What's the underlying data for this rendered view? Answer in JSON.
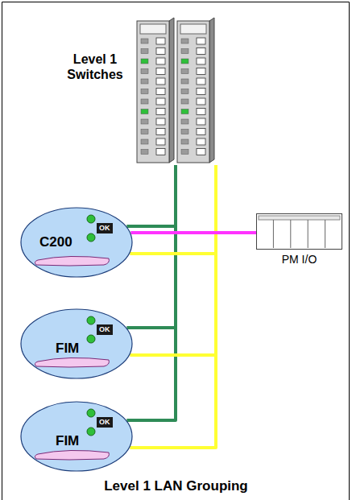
{
  "diagram": {
    "caption": "Level 1 LAN Grouping",
    "nodes": [
      {
        "text": [
          "Level 1 Switches"
        ]
      },
      {
        "text": [
          "C200",
          "OK"
        ]
      },
      {
        "text": [
          "FIM",
          "OK"
        ]
      },
      {
        "text": [
          "FIM",
          "OK"
        ]
      },
      {
        "text": [
          "PM I/O"
        ]
      }
    ],
    "edges": [
      {
        "from": 0,
        "to": 1,
        "arrow": "none"
      },
      {
        "from": 0,
        "to": 2,
        "arrow": "none"
      },
      {
        "from": 0,
        "to": 3,
        "arrow": "none"
      },
      {
        "from": 0,
        "to": 1,
        "arrow": "none"
      },
      {
        "from": 0,
        "to": 2,
        "arrow": "none"
      },
      {
        "from": 0,
        "to": 3,
        "arrow": "none"
      },
      {
        "from": 1,
        "to": 4,
        "arrow": "none"
      }
    ]
  }
}
